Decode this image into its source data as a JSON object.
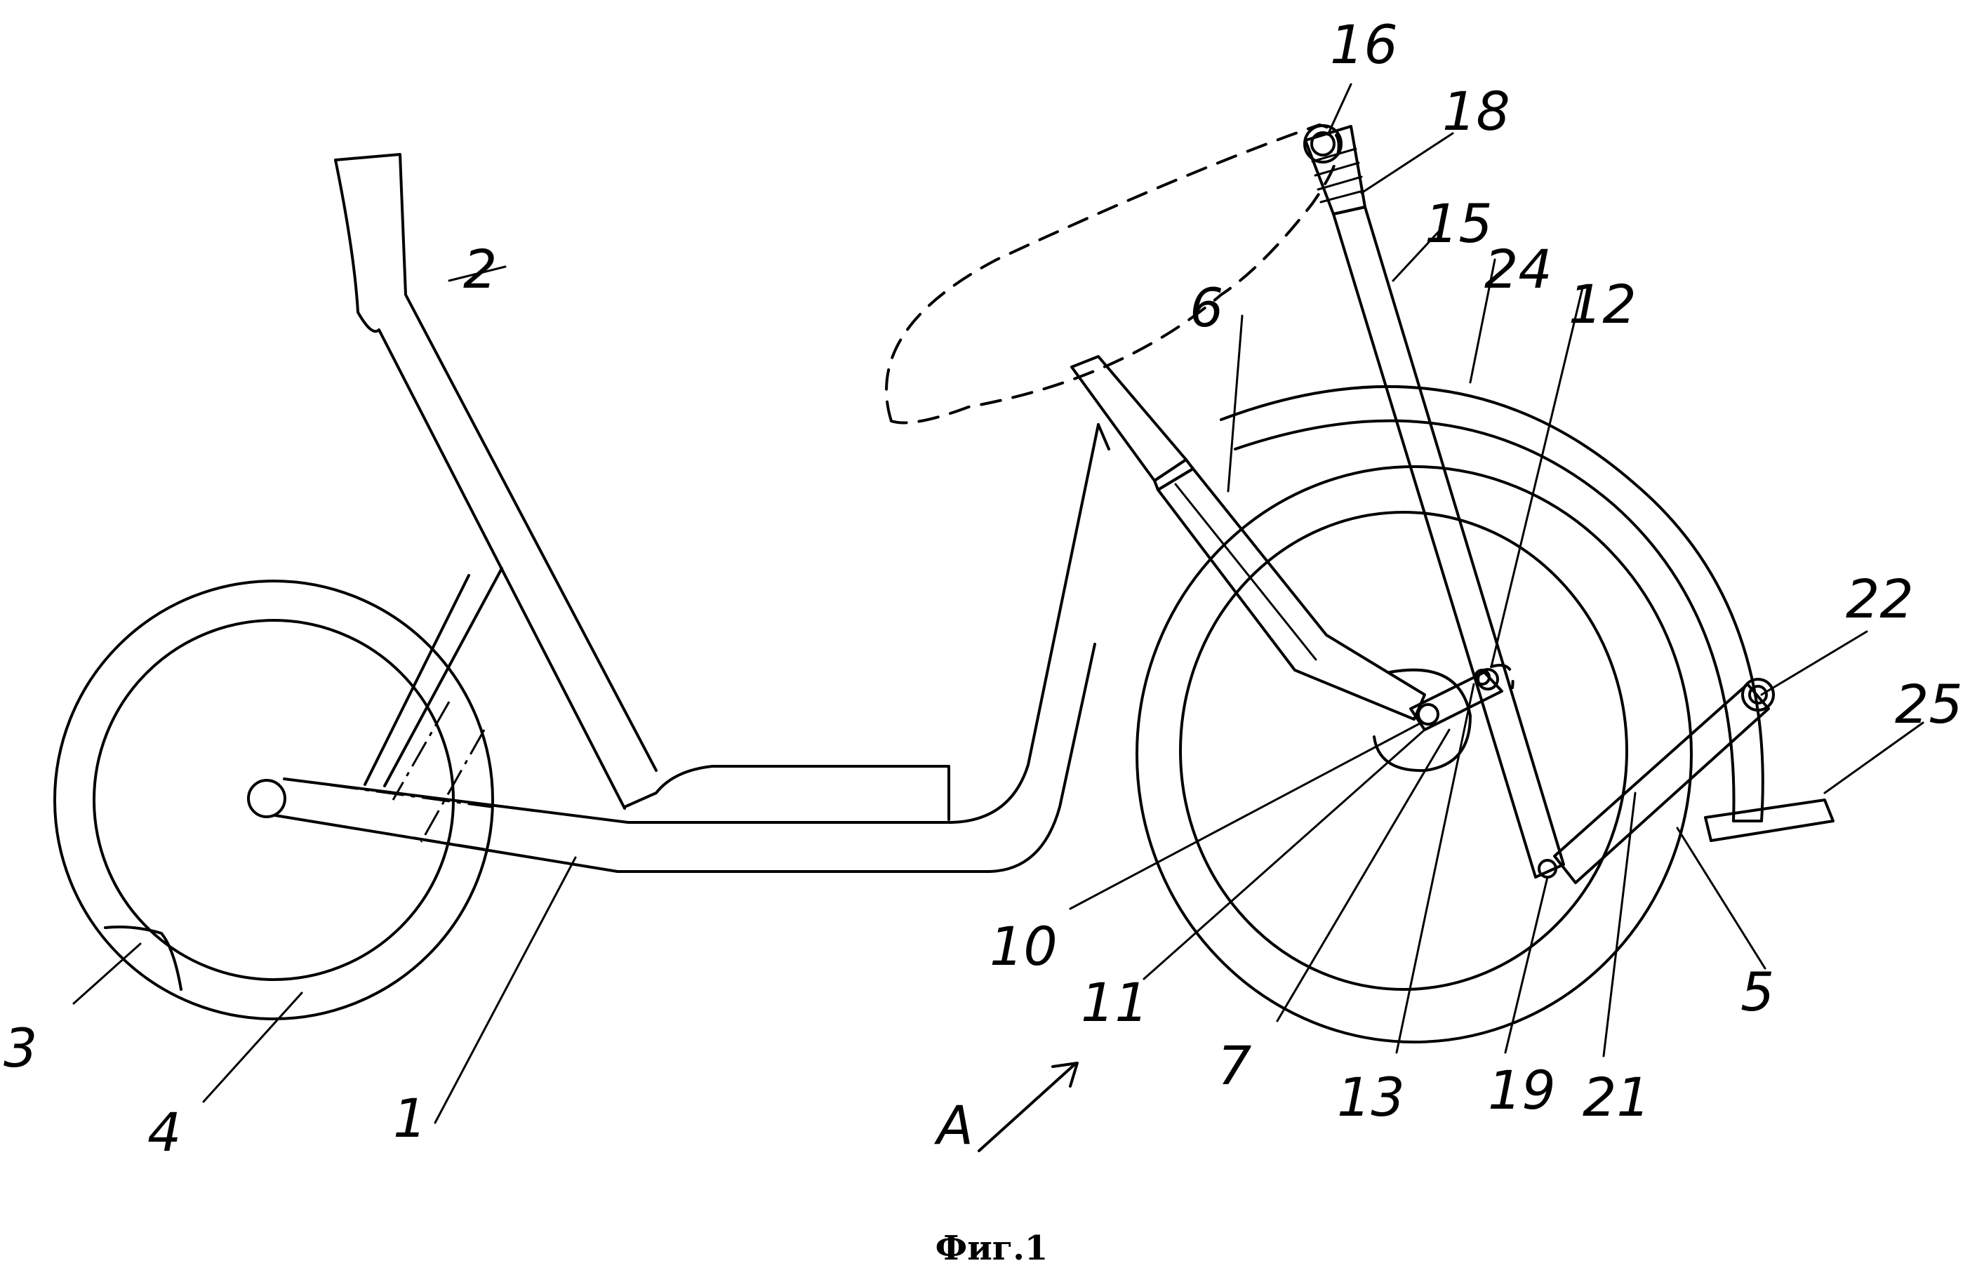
{
  "figure": {
    "caption": "Фиг.1",
    "view_marker": "A",
    "labels": [
      {
        "id": "1",
        "text": "1"
      },
      {
        "id": "2",
        "text": "2"
      },
      {
        "id": "3",
        "text": "3"
      },
      {
        "id": "4",
        "text": "4"
      },
      {
        "id": "5",
        "text": "5"
      },
      {
        "id": "6",
        "text": "6"
      },
      {
        "id": "7",
        "text": "7"
      },
      {
        "id": "10",
        "text": "10"
      },
      {
        "id": "11",
        "text": "11"
      },
      {
        "id": "12",
        "text": "12"
      },
      {
        "id": "13",
        "text": "13"
      },
      {
        "id": "15",
        "text": "15"
      },
      {
        "id": "16",
        "text": "16"
      },
      {
        "id": "18",
        "text": "18"
      },
      {
        "id": "19",
        "text": "19"
      },
      {
        "id": "21",
        "text": "21"
      },
      {
        "id": "22",
        "text": "22"
      },
      {
        "id": "24",
        "text": "24"
      },
      {
        "id": "25",
        "text": "25"
      }
    ]
  }
}
